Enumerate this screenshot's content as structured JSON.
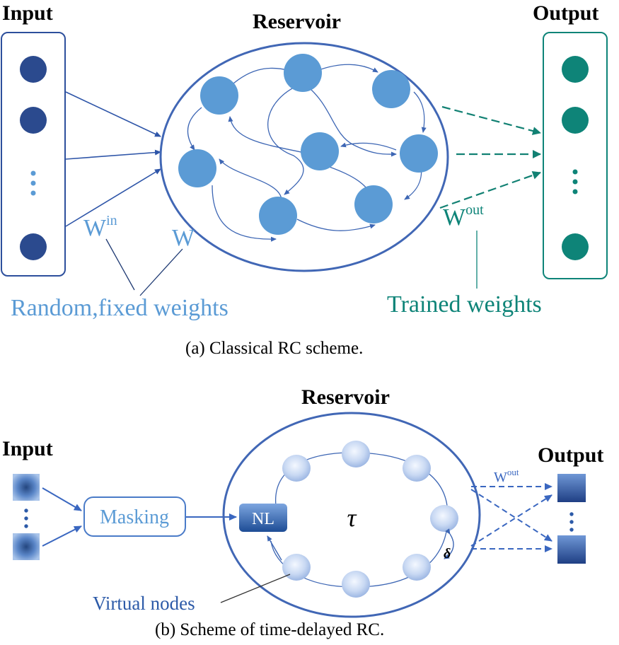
{
  "panel_a": {
    "input_title": "Input",
    "reservoir_title": "Reservoir",
    "output_title": "Output",
    "w_in_base": "W",
    "w_in_sup": "in",
    "w_label": "W",
    "w_out_base": "W",
    "w_out_sup": "out",
    "random_fixed": "Random,fixed weights",
    "trained": "Trained weights",
    "caption": "(a)  Classical RC scheme.",
    "input_dots": "⋮",
    "output_dots": "⋮"
  },
  "panel_b": {
    "reservoir_title": "Reservoir",
    "input_title": "Input",
    "output_title": "Output",
    "masking": "Masking",
    "nl": "NL",
    "tau": "τ",
    "delta": "δ",
    "w_out_base": "W",
    "w_out_sup": "out",
    "virtual_nodes": "Virtual nodes",
    "caption": "(b)  Scheme of time-delayed RC.",
    "input_dots": "⋮",
    "output_dots": "⋮"
  },
  "colors": {
    "dark_blue": "#2b4a8e",
    "mid_blue": "#3d66b4",
    "light_blue": "#5b9bd5",
    "teal": "#0e8478",
    "frame_blue": "#3f5aa3"
  }
}
